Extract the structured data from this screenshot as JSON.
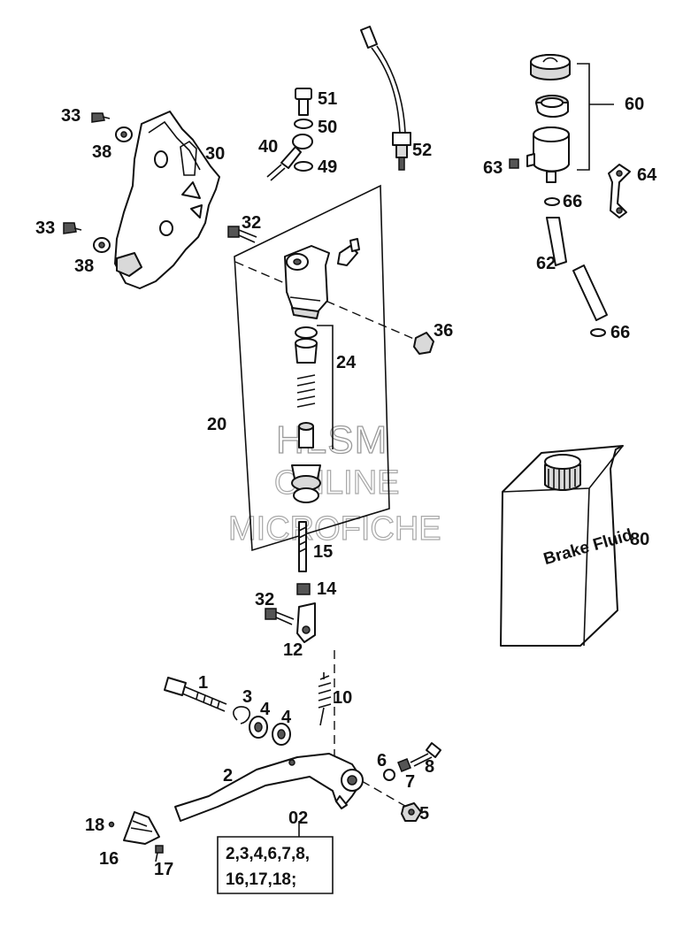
{
  "labels": {
    "l1": "1",
    "l2": "2",
    "l3": "3",
    "l4a": "4",
    "l4b": "4",
    "l5": "5",
    "l6": "6",
    "l7": "7",
    "l8": "8",
    "l10": "10",
    "l12": "12",
    "l14": "14",
    "l15": "15",
    "l16": "16",
    "l17": "17",
    "l18": "18",
    "l20": "20",
    "l24": "24",
    "l30": "30",
    "l32a": "32",
    "l32b": "32",
    "l33a": "33",
    "l33b": "33",
    "l36": "36",
    "l38a": "38",
    "l38b": "38",
    "l40": "40",
    "l49": "49",
    "l50": "50",
    "l51": "51",
    "l52": "52",
    "l60": "60",
    "l62": "62",
    "l63": "63",
    "l64": "64",
    "l66a": "66",
    "l66b": "66",
    "l80": "80",
    "l02": "02"
  },
  "kit_box": {
    "line1": "2,3,4,6,7,8,",
    "line2": "16,17,18;"
  },
  "can_text": "Brake Fluid",
  "watermark": {
    "line1": "HLSM",
    "line2": "ONLINE",
    "line3": "MICROFICHE"
  }
}
